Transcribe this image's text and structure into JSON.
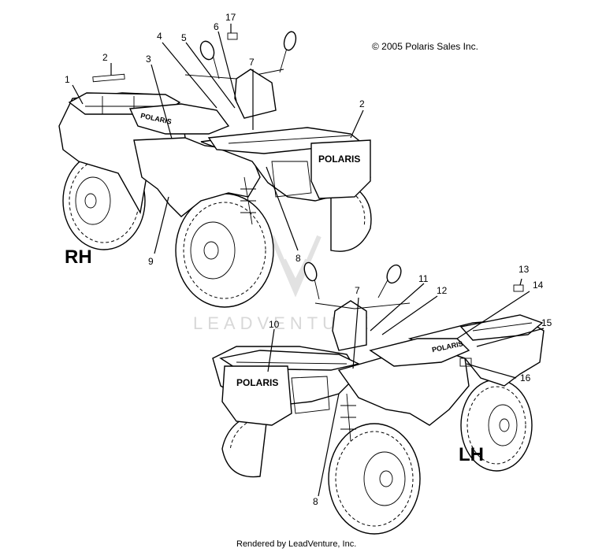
{
  "copyright": "© 2005 Polaris Sales Inc.",
  "footer": "Rendered by LeadVenture, Inc.",
  "watermark": "LEADVENTURE",
  "views": {
    "rh": {
      "label": "RH",
      "brand": "POLARIS",
      "tank_brand": "POLARIS"
    },
    "lh": {
      "label": "LH",
      "brand": "POLARIS",
      "tank_brand": "POLARIS"
    }
  },
  "callouts": {
    "rh": [
      "1",
      "2",
      "3",
      "4",
      "5",
      "6",
      "17",
      "7",
      "2",
      "9",
      "8"
    ],
    "lh": [
      "7",
      "11",
      "12",
      "13",
      "14",
      "15",
      "16",
      "10",
      "8"
    ]
  }
}
